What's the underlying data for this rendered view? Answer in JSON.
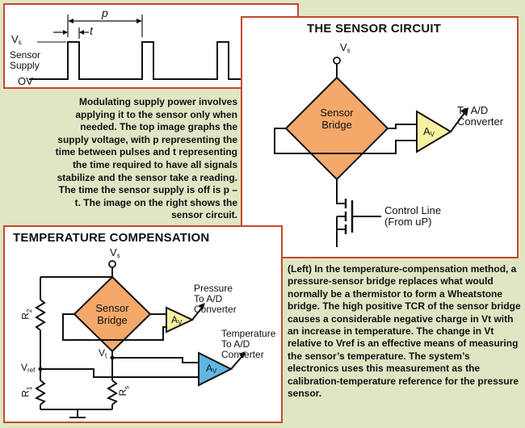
{
  "waveform": {
    "label_vs": "V",
    "label_vs_sub": "s",
    "label_supply_line1": "Sensor",
    "label_supply_line2": "Supply",
    "label_ov": "OV",
    "label_p": "p",
    "label_t": "t"
  },
  "sensor_circuit": {
    "title": "THE SENSOR CIRCUIT",
    "vs": "V",
    "vs_sub": "s",
    "bridge_line1": "Sensor",
    "bridge_line2": "Bridge",
    "amp": "A",
    "amp_sub": "V",
    "out_line1": "To A/D",
    "out_line2": "Converter",
    "control_line1": "Control Line",
    "control_line2": "(From uP)"
  },
  "top_caption": "Modulating supply power involves applying it to the sensor only when needed.  The top image graphs the supply voltage, with p representing the time between pulses and t representing the time required to have all signals stabilize and the sensor take a reading. The time the sensor supply is off is p – t. The image on the right shows the sensor circuit.",
  "temp_comp": {
    "title": "TEMPERATURE COMPENSATION",
    "vs": "V",
    "vs_sub": "s",
    "bridge_line1": "Sensor",
    "bridge_line2": "Bridge",
    "amp1": "A",
    "amp1_sub": "V",
    "amp2": "A",
    "amp2_sub": "V",
    "pressure_line1": "Pressure",
    "pressure_line2": "To A/D",
    "pressure_line3": "Converter",
    "temperature_line1": "Temperature",
    "temperature_line2": "To A/D",
    "temperature_line3": "Converter",
    "vt": "V",
    "vt_sub": "t",
    "vref": "V",
    "vref_sub": "ref",
    "r1": "R",
    "r1_sub": "1",
    "r2": "R",
    "r2_sub": "2",
    "rs": "R",
    "rs_sub": "s"
  },
  "bottom_caption": "(Left) In the temperature-compensation method, a pressure-sensor bridge replaces what would normally be a thermistor to form a Wheatstone bridge. The high positive TCR of the sensor bridge causes a considerable negative charge in Vt with an increase in temperature. The change in Vt relative to Vref is an effective means of measuring the sensor’s temperature. The system’s electronics uses this measurement as the calibration-temperature reference for the pressure sensor.",
  "colors": {
    "background": "#dfe6c4",
    "panel_border": "#c8472c",
    "bridge_fill": "#f4a86a",
    "amp_fill_yellow": "#f7f1a0",
    "amp_fill_blue": "#5fb6e2"
  }
}
